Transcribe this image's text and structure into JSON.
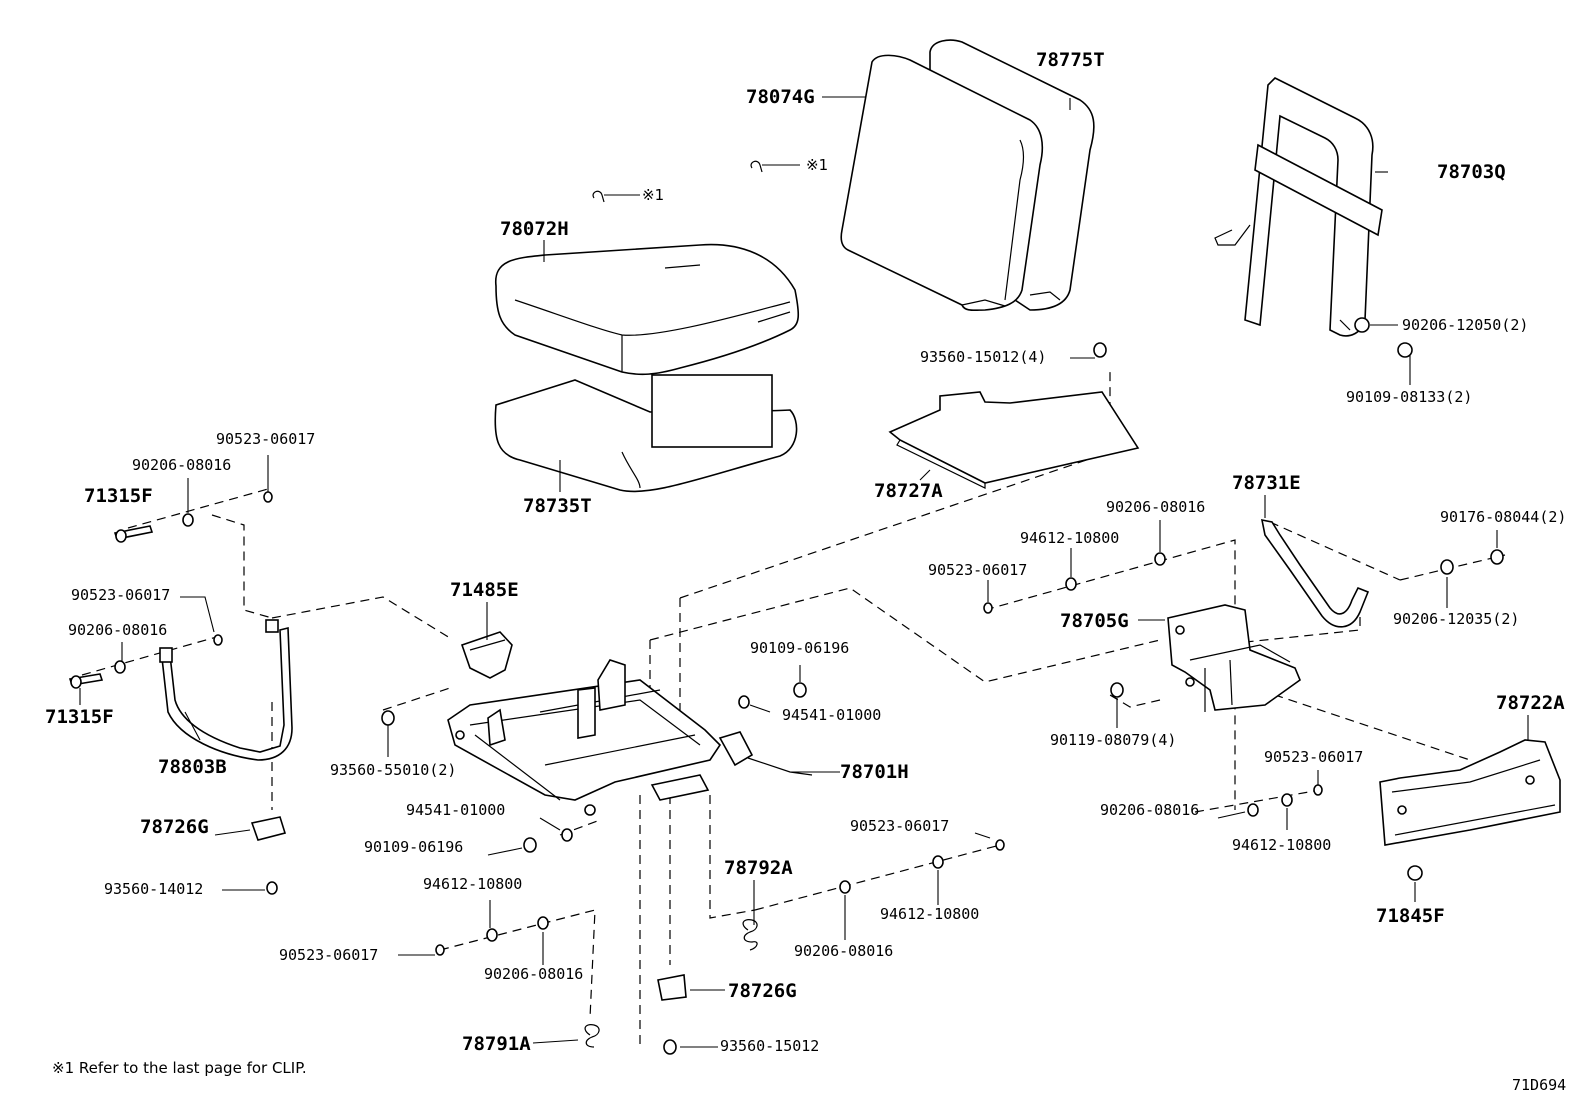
{
  "diagram_code": "71D694",
  "footnote": "※1  Refer to the last page for CLIP.",
  "clip_marker": "※1",
  "labels": {
    "p78775T": "78775T",
    "p78074G": "78074G",
    "p78703Q": "78703Q",
    "p78072H": "78072H",
    "p78735T": "78735T",
    "p93560_15012_4": "93560-15012(4)",
    "p78727A": "78727A",
    "p90206_12050_2": "90206-12050(2)",
    "p90109_08133_2": "90109-08133(2)",
    "p90523_06017_a": "90523-06017",
    "p90206_08016_a": "90206-08016",
    "p71315F_a": "71315F",
    "p90523_06017_b": "90523-06017",
    "p90206_08016_b": "90206-08016",
    "p71315F_b": "71315F",
    "p78803B": "78803B",
    "p71485E": "71485E",
    "p93560_55010_2": "93560-55010(2)",
    "p78726G_a": "78726G",
    "p93560_14012": "93560-14012",
    "p90109_06196_a": "90109-06196",
    "p94541_01000_a": "94541-01000",
    "p78701H": "78701H",
    "p94541_01000_b": "94541-01000",
    "p90109_06196_b": "90109-06196",
    "p78792A": "78792A",
    "p90523_06017_c": "90523-06017",
    "p94612_10800_a": "94612-10800",
    "p94612_10800_b": "94612-10800",
    "p90206_08016_c": "90206-08016",
    "p90523_06017_d": "90523-06017",
    "p90206_08016_d": "90206-08016",
    "p78726G_b": "78726G",
    "p78791A": "78791A",
    "p93560_15012": "93560-15012",
    "p78731E": "78731E",
    "p90206_08016_e": "90206-08016",
    "p94612_10800_c": "94612-10800",
    "p90523_06017_e": "90523-06017",
    "p90176_08044_2": "90176-08044(2)",
    "p78705G": "78705G",
    "p90206_12035_2": "90206-12035(2)",
    "p90119_08079_4": "90119-08079(4)",
    "p78722A": "78722A",
    "p90523_06017_f": "90523-06017",
    "p90206_08016_f": "90206-08016",
    "p94612_10800_d": "94612-10800",
    "p71845F": "71845F"
  }
}
